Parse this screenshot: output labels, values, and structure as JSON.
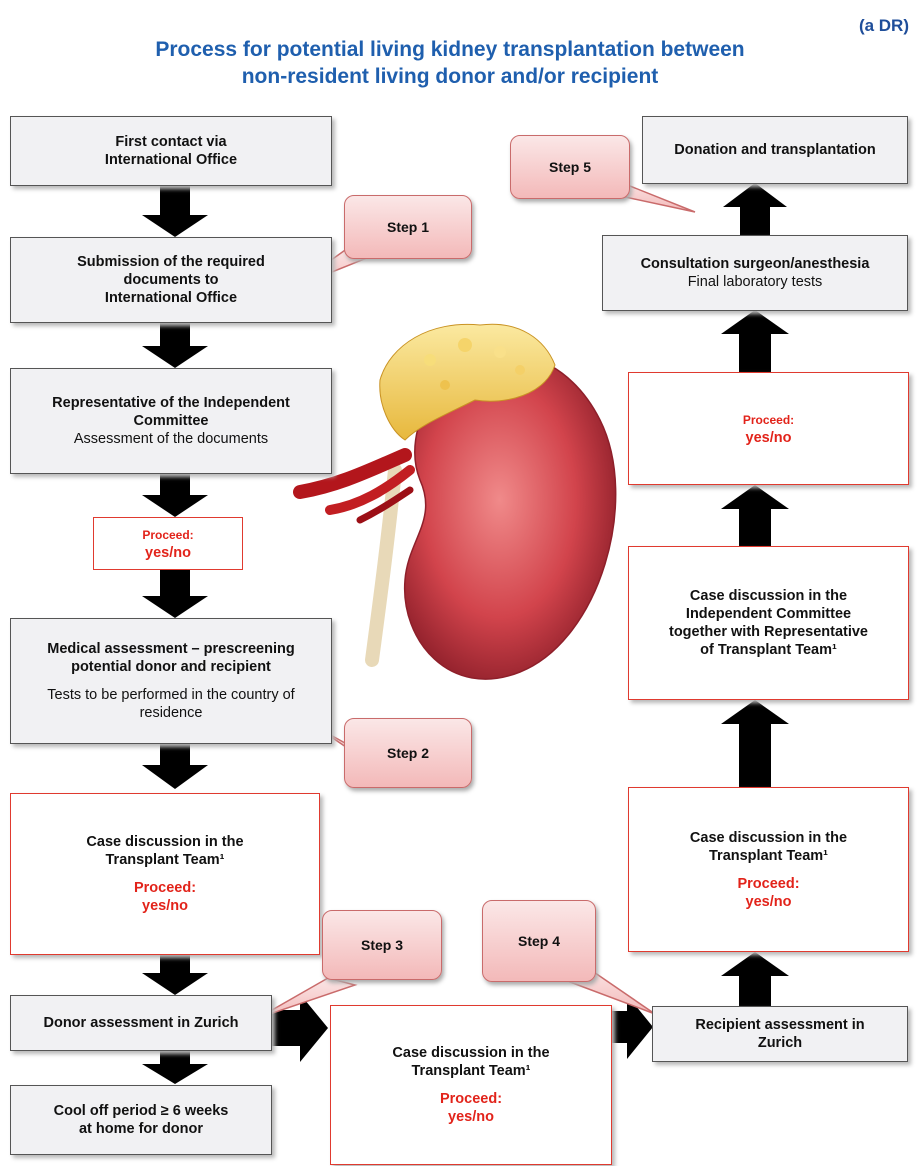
{
  "corner_label": "(a DR)",
  "title": {
    "line1": "Process for potential living kidney transplantation between",
    "line2": "non-resident living donor and/or recipient"
  },
  "left": {
    "first_contact": {
      "line1": "First contact via",
      "line2": "International Office"
    },
    "submission": {
      "line1": "Submission of the required",
      "line2": "documents to",
      "line3": "International Office"
    },
    "representative": {
      "line1": "Representative of the Independent",
      "line2": "Committee",
      "line3": "Assessment of the documents"
    },
    "proceed1": {
      "label": "Proceed:",
      "value": "yes/no"
    },
    "medical": {
      "line1": "Medical assessment – prescreening",
      "line2": "potential donor and recipient",
      "line3": "Tests to be performed in the country of",
      "line4": "residence"
    },
    "case_team": {
      "line1": "Case discussion in the",
      "line2": "Transplant Team¹",
      "proceed": "Proceed:",
      "value": "yes/no"
    },
    "donor_zurich": {
      "text": "Donor assessment in Zurich"
    },
    "cool_off": {
      "line1": "Cool off period ≥ 6 weeks",
      "line2": "at home for donor"
    }
  },
  "middle": {
    "case_team": {
      "line1": "Case discussion in the",
      "line2": "Transplant Team¹",
      "proceed": "Proceed:",
      "value": "yes/no"
    }
  },
  "right": {
    "donation": {
      "text": "Donation and transplantation"
    },
    "consultation": {
      "line1": "Consultation surgeon/anesthesia",
      "line2": "Final laboratory tests"
    },
    "proceed": {
      "label": "Proceed:",
      "value": "yes/no"
    },
    "independent": {
      "line1": "Case discussion in the",
      "line2": "Independent Committee",
      "line3": "together with Representative",
      "line4": "of Transplant Team¹"
    },
    "case_team": {
      "line1": "Case discussion in the",
      "line2": "Transplant Team¹",
      "proceed": "Proceed:",
      "value": "yes/no"
    },
    "recipient_zurich": {
      "line1": "Recipient assessment in",
      "line2": "Zurich"
    }
  },
  "steps": {
    "step1": "Step 1",
    "step2": "Step 2",
    "step3": "Step 3",
    "step4": "Step 4",
    "step5": "Step 5"
  },
  "colors": {
    "title_blue": "#1f5fae",
    "proceed_red": "#e2231a",
    "step_pink": "#f3b9b9",
    "arrow": "#000000"
  },
  "illustration": "kidney-image"
}
